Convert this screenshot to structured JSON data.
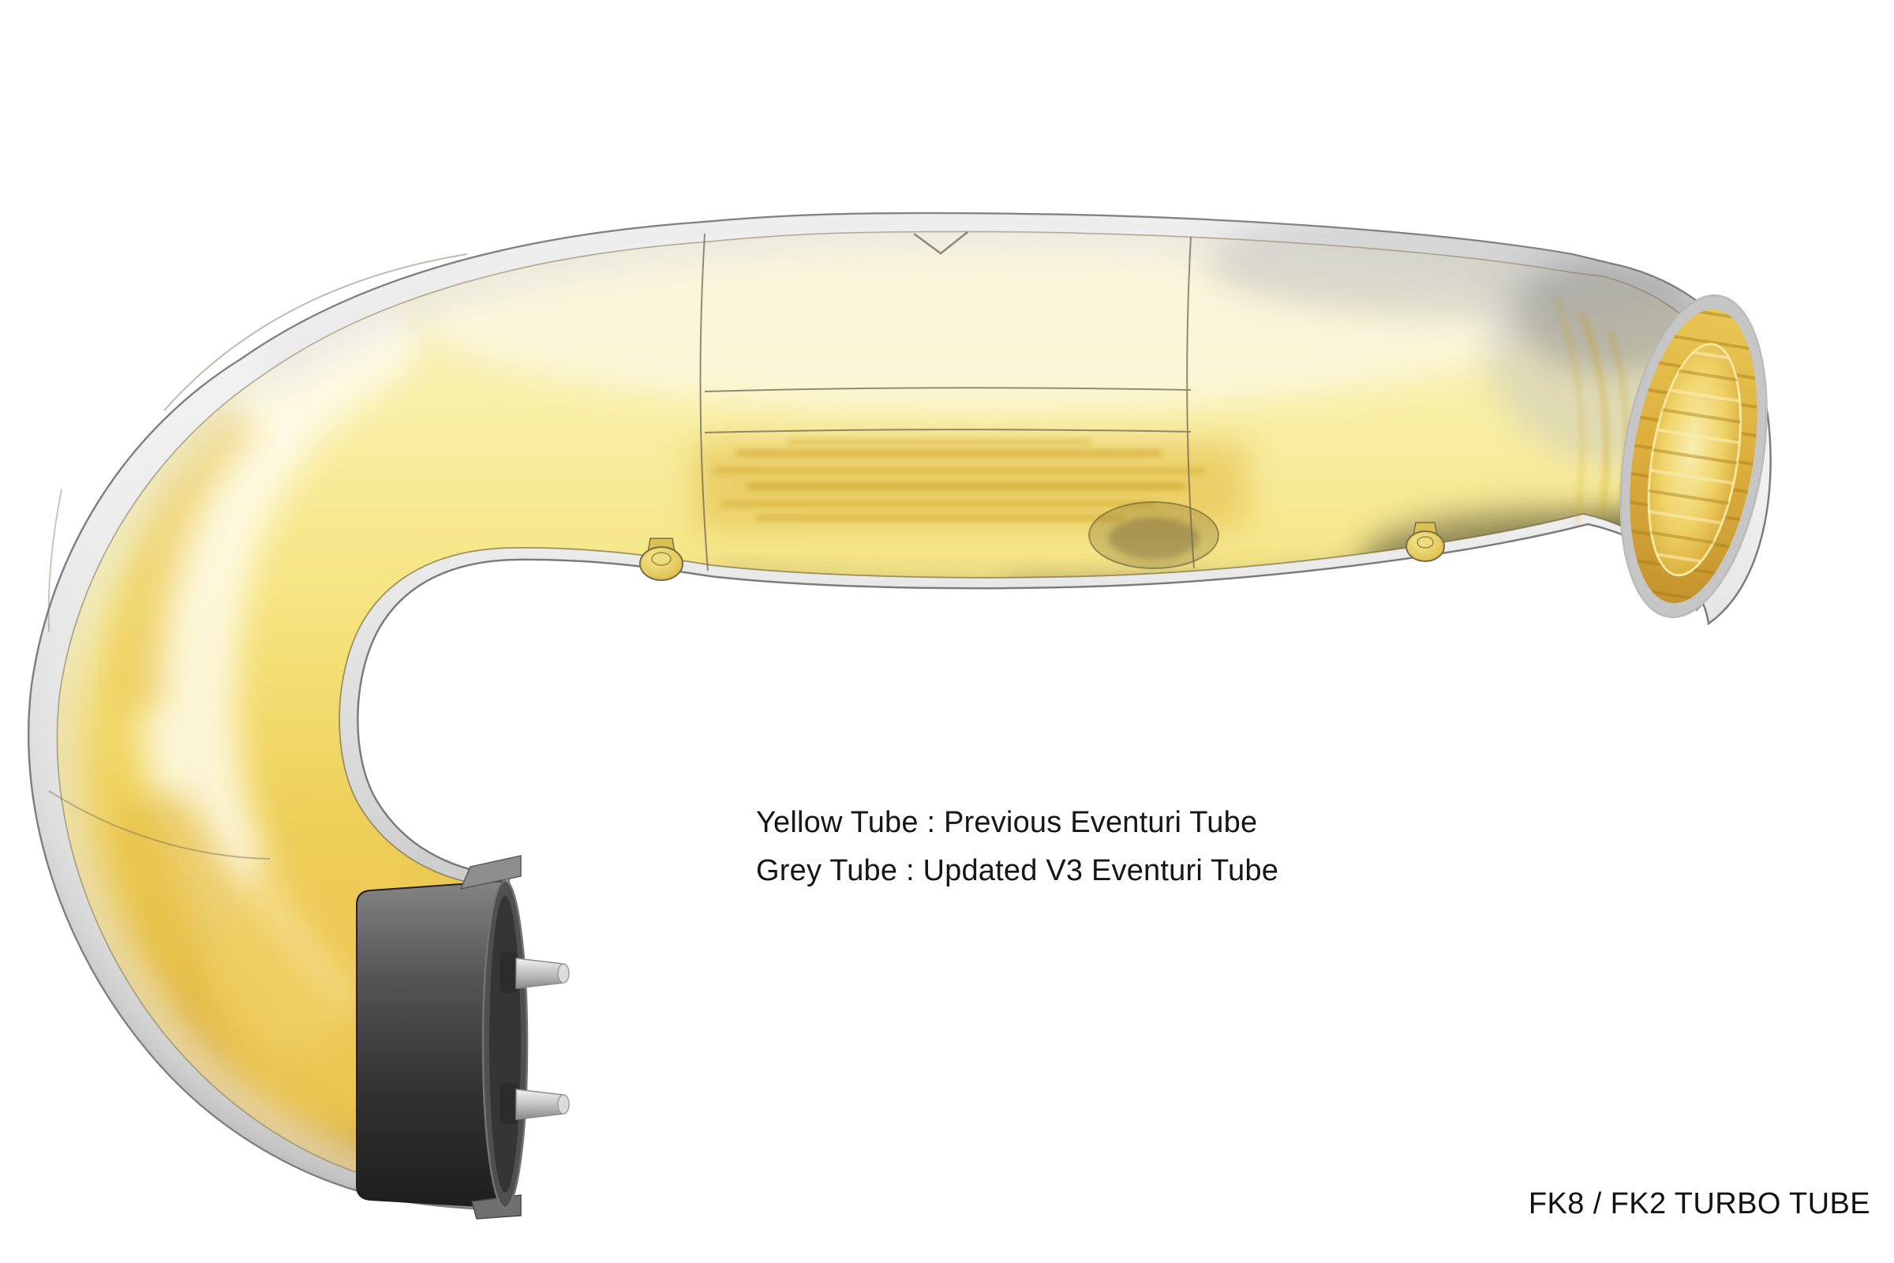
{
  "illustration": {
    "legend": {
      "line1": "Yellow Tube : Previous Eventuri Tube",
      "line2": "Grey Tube : Updated V3 Eventuri Tube"
    },
    "caption": "FK8 / FK2 TURBO TUBE",
    "colors": {
      "background": "#ffffff",
      "previous_tube_yellow": "#f2e07c",
      "previous_tube_gold": "#e2bb3f",
      "updated_tube_grey": "#d7d7d7",
      "flange_dark_grey": "#3c3c3c",
      "pin_silver": "#d6d6d6",
      "text": "#161616"
    }
  }
}
